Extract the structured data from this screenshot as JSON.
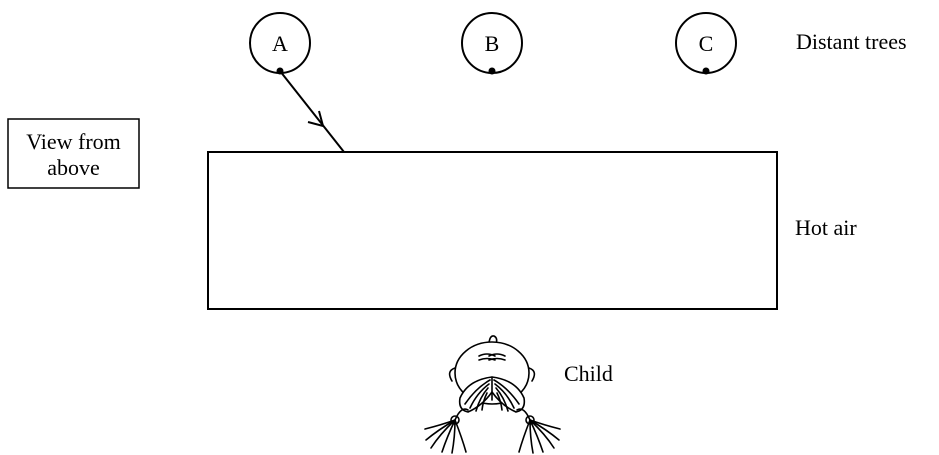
{
  "view_box": {
    "line1": "View from",
    "line2": "above"
  },
  "trees": [
    {
      "label": "A"
    },
    {
      "label": "B"
    },
    {
      "label": "C"
    }
  ],
  "labels": {
    "trees": "Distant trees",
    "hot_air": "Hot air",
    "child": "Child"
  }
}
